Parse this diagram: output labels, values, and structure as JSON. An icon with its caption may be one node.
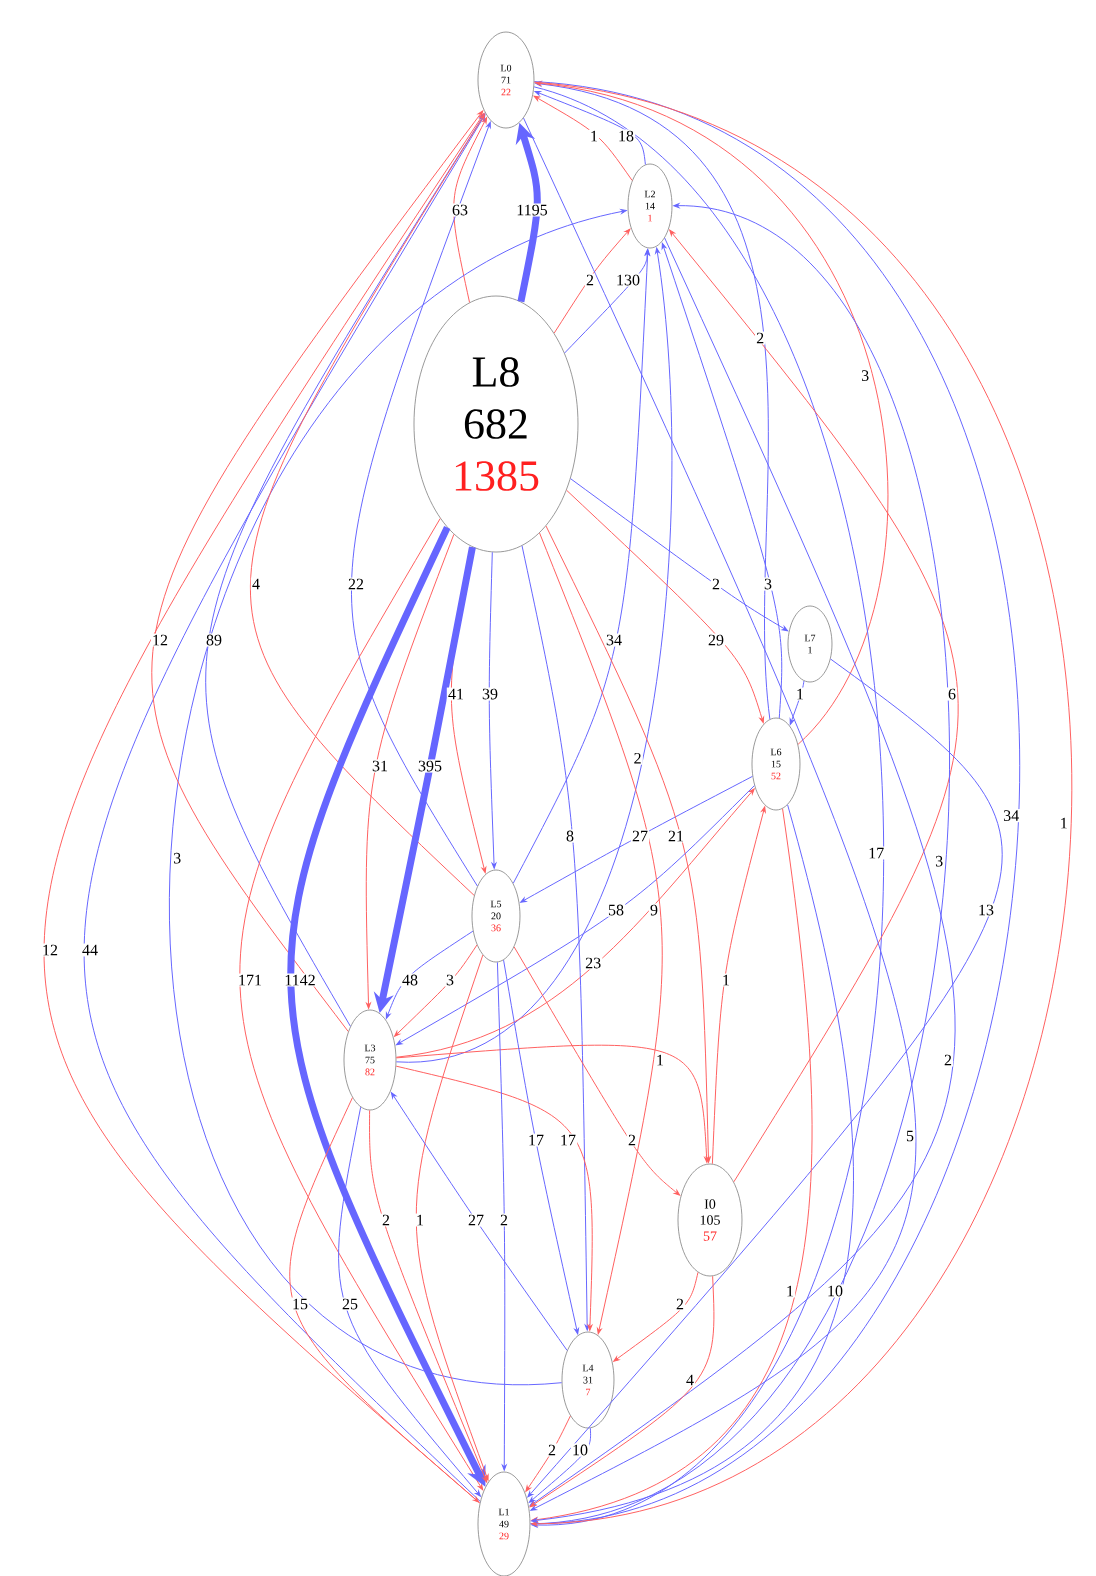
{
  "diagram": {
    "nodes": [
      {
        "text": [
          "L0",
          "71",
          "22"
        ]
      },
      {
        "text": [
          "L2",
          "14",
          "1"
        ]
      },
      {
        "text": [
          "L8",
          "682",
          "1385"
        ]
      },
      {
        "text": [
          "L7",
          "1"
        ]
      },
      {
        "text": [
          "L6",
          "15",
          "52"
        ]
      },
      {
        "text": [
          "L5",
          "20",
          "36"
        ]
      },
      {
        "text": [
          "L3",
          "75",
          "82"
        ]
      },
      {
        "text": [
          "I0",
          "105",
          "57"
        ]
      },
      {
        "text": [
          "L4",
          "31",
          "7"
        ]
      },
      {
        "text": [
          "L1",
          "49",
          "29"
        ]
      }
    ],
    "edges": [
      {
        "from": 2,
        "to": 0,
        "arrow": "to",
        "label": "1195",
        "style": "thick"
      },
      {
        "from": 2,
        "to": 0,
        "arrow": "to",
        "label": "63",
        "color": "#ff6060"
      },
      {
        "from": 1,
        "to": 0,
        "arrow": "to",
        "label": "18"
      },
      {
        "from": 1,
        "to": 0,
        "arrow": "to",
        "label": "1",
        "color": "#ff6060"
      },
      {
        "from": 2,
        "to": 1,
        "arrow": "to",
        "label": "130"
      },
      {
        "from": 2,
        "to": 1,
        "arrow": "to",
        "label": "2",
        "color": "#ff6060"
      },
      {
        "from": 4,
        "to": 0,
        "arrow": "to",
        "label": "2"
      },
      {
        "from": 4,
        "to": 0,
        "arrow": "to",
        "label": "3",
        "color": "#ff6060"
      },
      {
        "from": 0,
        "to": 9,
        "arrow": "to",
        "label": "17"
      },
      {
        "from": 9,
        "to": 0,
        "arrow": "to",
        "label": "12",
        "color": "#ff6060"
      },
      {
        "from": 9,
        "to": 0,
        "arrow": "to",
        "label": "44"
      },
      {
        "from": 8,
        "to": 1,
        "arrow": "to",
        "label": "3"
      },
      {
        "from": 6,
        "to": 0,
        "arrow": "to",
        "label": "12",
        "color": "#ff6060"
      },
      {
        "from": 6,
        "to": 0,
        "arrow": "to",
        "label": "89"
      },
      {
        "from": 5,
        "to": 0,
        "arrow": "to",
        "label": "4",
        "color": "#ff6060"
      },
      {
        "from": 5,
        "to": 0,
        "arrow": "to",
        "label": "22"
      },
      {
        "from": 2,
        "to": 5,
        "arrow": "to",
        "label": "41",
        "color": "#ff6060"
      },
      {
        "from": 2,
        "to": 5,
        "arrow": "to",
        "label": "39"
      },
      {
        "from": 2,
        "to": 6,
        "arrow": "to",
        "label": "31",
        "color": "#ff6060"
      },
      {
        "from": 2,
        "to": 6,
        "arrow": "to",
        "label": "395",
        "style": "thick"
      },
      {
        "from": 2,
        "to": 9,
        "arrow": "to",
        "label": "171",
        "color": "#ff6060"
      },
      {
        "from": 2,
        "to": 9,
        "arrow": "to",
        "label": "1142",
        "style": "thick"
      },
      {
        "from": 5,
        "to": 1,
        "arrow": "to",
        "label": "34"
      },
      {
        "from": 6,
        "to": 1,
        "arrow": "to",
        "label": "2"
      },
      {
        "from": 2,
        "to": 3,
        "arrow": "to",
        "label": "2"
      },
      {
        "from": 4,
        "to": 1,
        "arrow": "to",
        "label": "3"
      },
      {
        "from": 2,
        "to": 4,
        "arrow": "to",
        "label": "29",
        "color": "#ff6060"
      },
      {
        "from": 6,
        "to": 4,
        "arrow": "to",
        "label": "23",
        "color": "#ff6060"
      },
      {
        "from": 3,
        "to": 4,
        "arrow": "to",
        "label": "1"
      },
      {
        "from": 7,
        "to": 1,
        "arrow": "to",
        "label": "6",
        "color": "#ff6060"
      },
      {
        "from": 9,
        "to": 1,
        "arrow": "to",
        "label": "3"
      },
      {
        "from": 0,
        "to": 9,
        "arrow": "to",
        "label": "34"
      },
      {
        "from": 0,
        "to": 9,
        "arrow": "to",
        "label": "1",
        "color": "#ff6060"
      },
      {
        "from": 2,
        "to": 8,
        "arrow": "to",
        "label": "8"
      },
      {
        "from": 4,
        "to": 5,
        "arrow": "to",
        "label": "27"
      },
      {
        "from": 2,
        "to": 7,
        "arrow": "to",
        "label": "21",
        "color": "#ff6060"
      },
      {
        "from": 4,
        "to": 6,
        "arrow": "to",
        "label": "58"
      },
      {
        "from": 2,
        "to": 8,
        "arrow": "to",
        "label": "9",
        "color": "#ff6060"
      },
      {
        "from": 7,
        "to": 4,
        "arrow": "to",
        "label": "1",
        "color": "#ff6060"
      },
      {
        "from": 3,
        "to": 9,
        "arrow": "to",
        "label": "13"
      },
      {
        "from": 6,
        "to": 7,
        "arrow": "to",
        "label": "1",
        "color": "#ff6060"
      },
      {
        "from": 4,
        "to": 9,
        "arrow": "to",
        "label": "1",
        "color": "#ff6060"
      },
      {
        "from": 4,
        "to": 9,
        "arrow": "to",
        "label": "10"
      },
      {
        "from": 1,
        "to": 9,
        "arrow": "to",
        "label": "2"
      },
      {
        "from": 0,
        "to": 9,
        "arrow": "to",
        "label": "5"
      },
      {
        "from": 5,
        "to": 7,
        "arrow": "to",
        "label": "2",
        "color": "#ff6060"
      },
      {
        "from": 5,
        "to": 8,
        "arrow": "to",
        "label": "17"
      },
      {
        "from": 6,
        "to": 8,
        "arrow": "to",
        "label": "17",
        "color": "#ff6060"
      },
      {
        "from": 5,
        "to": 6,
        "arrow": "to",
        "label": "48"
      },
      {
        "from": 5,
        "to": 6,
        "arrow": "to",
        "label": "3",
        "color": "#ff6060"
      },
      {
        "from": 6,
        "to": 9,
        "arrow": "to",
        "label": "2",
        "color": "#ff6060"
      },
      {
        "from": 5,
        "to": 9,
        "arrow": "to",
        "label": "1",
        "color": "#ff6060"
      },
      {
        "from": 8,
        "to": 6,
        "arrow": "to",
        "label": "27"
      },
      {
        "from": 5,
        "to": 9,
        "arrow": "to",
        "label": "2"
      },
      {
        "from": 6,
        "to": 9,
        "arrow": "to",
        "label": "15",
        "color": "#ff6060"
      },
      {
        "from": 6,
        "to": 9,
        "arrow": "to",
        "label": "25"
      },
      {
        "from": 7,
        "to": 8,
        "arrow": "to",
        "label": "2",
        "color": "#ff6060"
      },
      {
        "from": 7,
        "to": 9,
        "arrow": "to",
        "label": "4",
        "color": "#ff6060"
      },
      {
        "from": 8,
        "to": 9,
        "arrow": "to",
        "label": "2",
        "color": "#ff6060"
      },
      {
        "from": 8,
        "to": 9,
        "arrow": "to",
        "label": "10"
      }
    ]
  }
}
